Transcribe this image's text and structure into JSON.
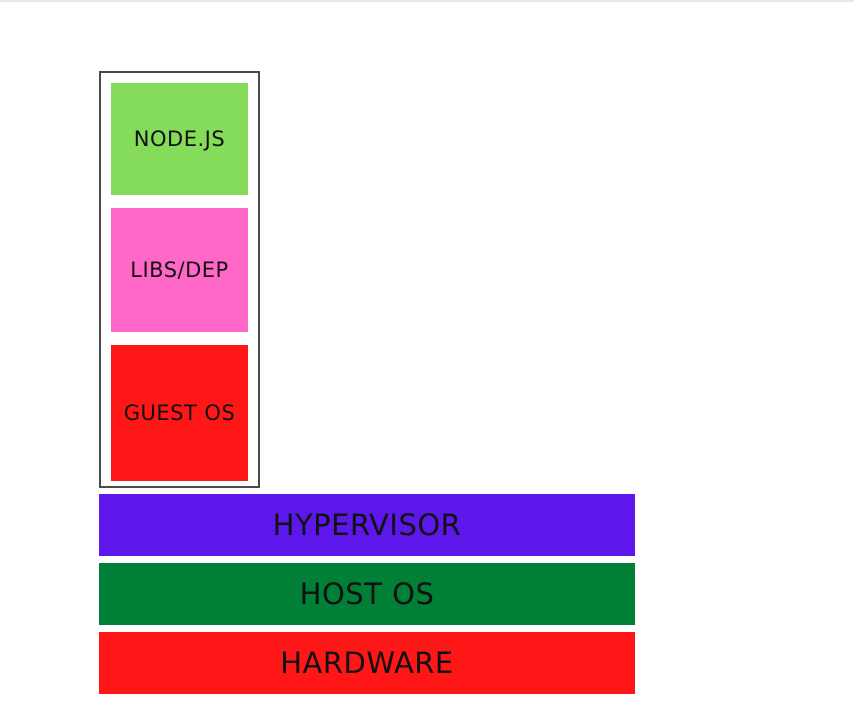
{
  "vm_stack": {
    "node": {
      "label": "NODE.JS",
      "color": "#84dc5a"
    },
    "libs": {
      "label": "LIBS/DEP",
      "color": "#ff68c8"
    },
    "guest_os": {
      "label": "GUEST OS",
      "color": "#ff1616"
    }
  },
  "layers": {
    "hypervisor": {
      "label": "HYPERVISOR",
      "color": "#5e17eb"
    },
    "host_os": {
      "label": "HOST OS",
      "color": "#008037"
    },
    "hardware": {
      "label": "HARDWARE",
      "color": "#ff1616"
    }
  },
  "colors": {
    "frame": "#4a4a4a",
    "text": "#111111",
    "background": "#ffffff"
  }
}
